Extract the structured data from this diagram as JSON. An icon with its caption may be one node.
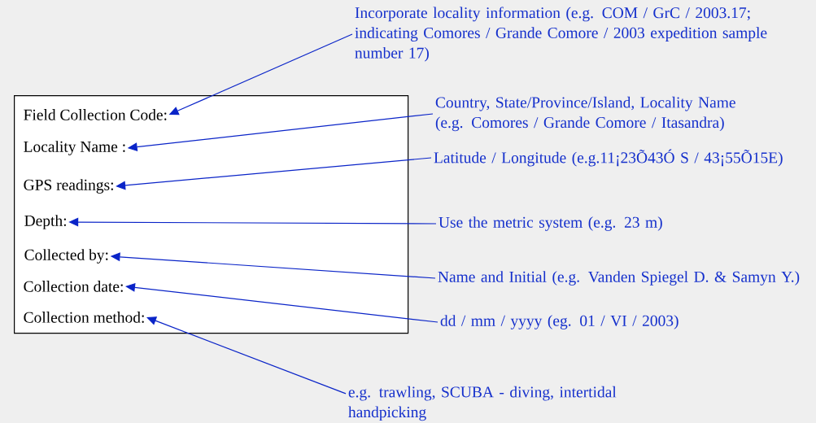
{
  "diagram": {
    "nodes": [
      {
        "text": [],
        "shape": "box"
      },
      {
        "text": [
          "Field Collection Code:"
        ],
        "in": 0
      },
      {
        "text": [
          "Locality Name :"
        ],
        "in": 0
      },
      {
        "text": [
          "GPS readings:"
        ],
        "in": 0
      },
      {
        "text": [
          "Depth:"
        ],
        "in": 0
      },
      {
        "text": [
          "Collected by:"
        ],
        "in": 0
      },
      {
        "text": [
          "Collection date:"
        ],
        "in": 0
      },
      {
        "text": [
          "Collection method:"
        ],
        "in": 0
      },
      {
        "text": [
          "Incorporate locality information (e.g. COM / GrC / 2003.17; indicating Comores / Grande Comore / 2003 expedition sample number 17)"
        ]
      },
      {
        "text": [
          "Country, State/Province/Island, Locality Name (e.g. Comores / Grande Comore / Itasandra)"
        ]
      },
      {
        "text": [
          "Latitude / Longitude (e.g.11¡23Õ43Ó S / 43¡55Õ15E)"
        ]
      },
      {
        "text": [
          "Use the metric system (e.g. 23 m)"
        ]
      },
      {
        "text": [
          "Name and Initial (e.g. Vanden Spiegel D. & Samyn Y.)"
        ]
      },
      {
        "text": [
          "dd / mm / yyyy (eg. 01 / VI / 2003)"
        ]
      },
      {
        "text": [
          "e.g. trawling, SCUBA - diving, intertidal handpicking"
        ]
      }
    ],
    "edges": [
      {
        "from": 8,
        "to": 1,
        "arrow": "to"
      },
      {
        "from": 9,
        "to": 2,
        "arrow": "to"
      },
      {
        "from": 10,
        "to": 3,
        "arrow": "to"
      },
      {
        "from": 11,
        "to": 4,
        "arrow": "to"
      },
      {
        "from": 12,
        "to": 5,
        "arrow": "to"
      },
      {
        "from": 13,
        "to": 6,
        "arrow": "to"
      },
      {
        "from": 14,
        "to": 7,
        "arrow": "to"
      }
    ]
  }
}
